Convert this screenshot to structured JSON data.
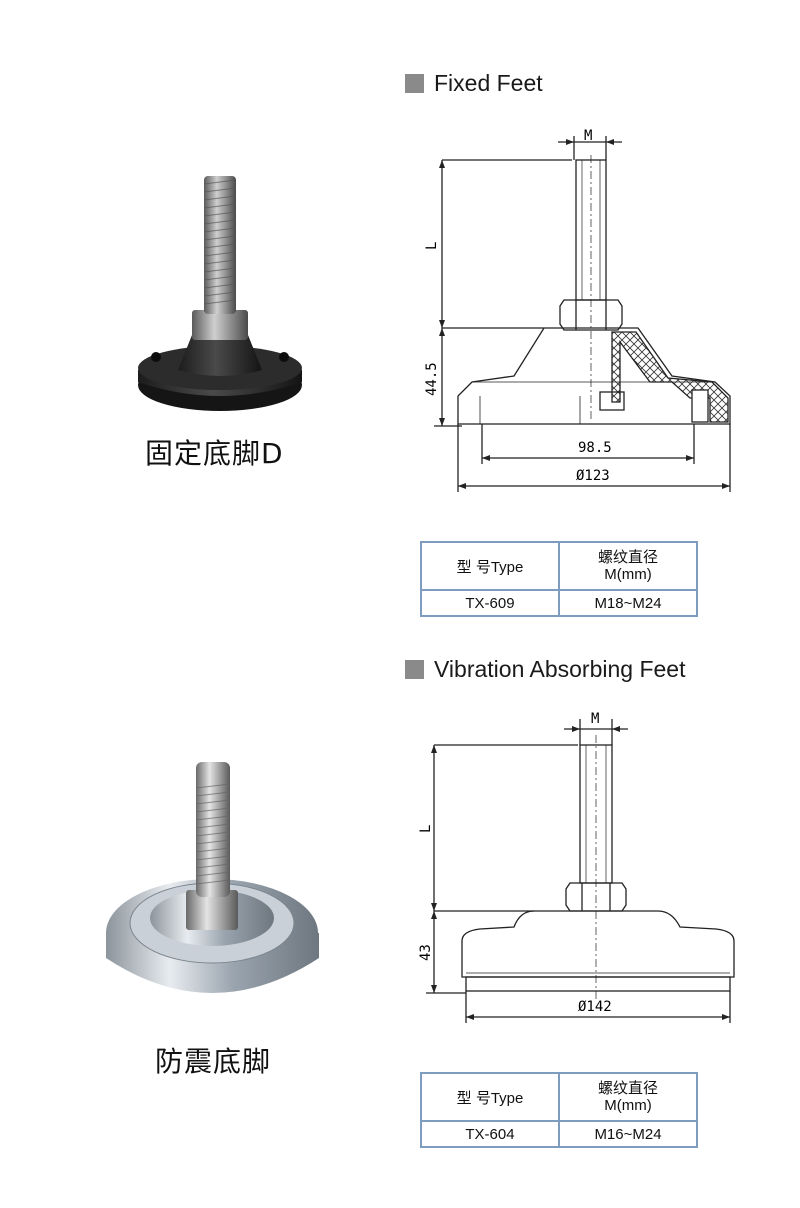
{
  "sections": [
    {
      "title": "Fixed Feet",
      "caption": "固定底脚D",
      "dims": {
        "m": "M",
        "l": "L",
        "height": "44.5",
        "inner": "98.5",
        "outer": "Ø123"
      },
      "table": {
        "col1_header": "型 号Type",
        "col2_header_line1": "螺纹直径",
        "col2_header_line2": "M(mm)",
        "model": "TX-609",
        "thread": "M18~M24"
      }
    },
    {
      "title": "Vibration Absorbing Feet",
      "caption": "防震底脚",
      "dims": {
        "m": "M",
        "l": "L",
        "height": "43",
        "outer": "Ø142"
      },
      "table": {
        "col1_header": "型 号Type",
        "col2_header_line1": "螺纹直径",
        "col2_header_line2": "M(mm)",
        "model": "TX-604",
        "thread": "M16~M24"
      }
    }
  ],
  "colors": {
    "table_border": "#7e9bc0",
    "title_square": "#8a8a8a",
    "line": "#222222"
  }
}
